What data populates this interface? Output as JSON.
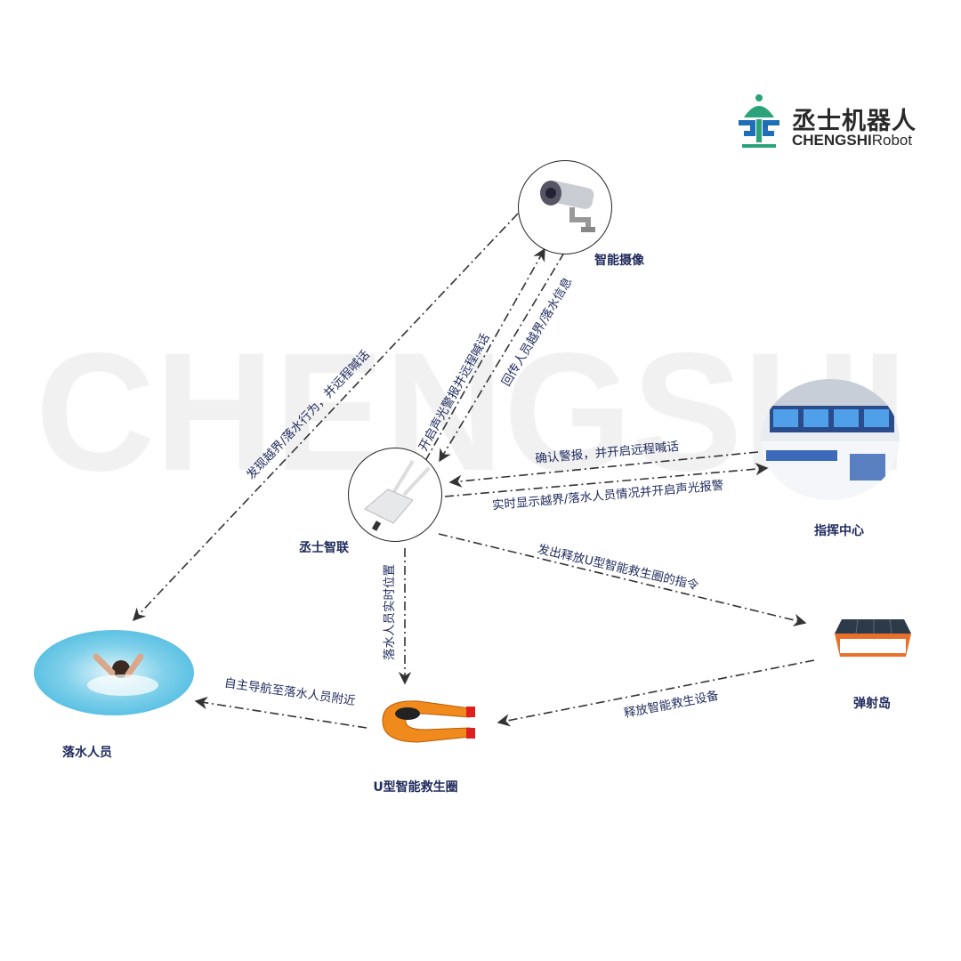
{
  "watermark": "CHENGSHI",
  "logo": {
    "cn": "丞士机器人",
    "en_bold": "CHENGSHI",
    "en_light": "Robot",
    "colors": {
      "green": "#2aa37a",
      "blue": "#1e6fb8"
    }
  },
  "nodes": {
    "camera": "智能摄像",
    "hub": "丞士智联",
    "command": "指挥中心",
    "person": "落水人员",
    "ring": "U型智能救生圈",
    "launcher": "弹射岛"
  },
  "edges": {
    "camera_to_person": "发现越界/落水行为，并远程喊话",
    "hub_to_camera": "开启声光警报并远程喊话",
    "camera_to_hub": "回传人员越界/落水信息",
    "command_to_hub": "确认警报，并开启远程喊话",
    "hub_to_command": "实时显示越界/落水人员情况并开启声光报警",
    "hub_to_launcher": "发出释放U型智能救生圈的指令",
    "hub_to_ring": "落水人员实时位置",
    "launcher_to_ring": "释放智能救生设备",
    "ring_to_person": "自主导航至落水人员附近"
  },
  "colors": {
    "text": "#1f2a5c",
    "line": "#333333",
    "ring": "#f08a1c",
    "launcher": "#e8702a",
    "water": "#3cb6e0"
  }
}
